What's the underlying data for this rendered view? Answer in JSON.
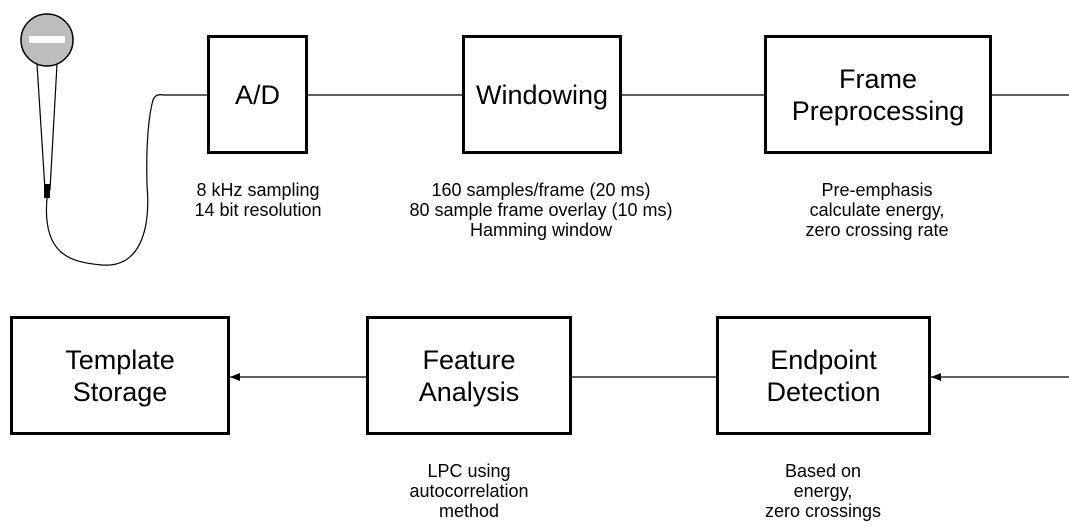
{
  "blocks": {
    "ad": {
      "lines": [
        "A/D"
      ]
    },
    "windowing": {
      "lines": [
        "Windowing"
      ]
    },
    "frame_preprocessing": {
      "lines": [
        "Frame",
        "Preprocessing"
      ]
    },
    "endpoint_detection": {
      "lines": [
        "Endpoint",
        "Detection"
      ]
    },
    "feature_analysis": {
      "lines": [
        "Feature",
        "Analysis"
      ]
    },
    "template_storage": {
      "lines": [
        "Template",
        "Storage"
      ]
    }
  },
  "notes": {
    "ad": [
      "8 kHz sampling",
      "14 bit resolution"
    ],
    "windowing": [
      "160 samples/frame (20 ms)",
      "80 sample frame overlay (10 ms)",
      "Hamming window"
    ],
    "frame_preprocessing": [
      "Pre-emphasis",
      "calculate energy,",
      "zero crossing rate"
    ],
    "feature_analysis": [
      "LPC using",
      "autocorrelation",
      "method"
    ],
    "endpoint_detection": [
      "Based on",
      "energy,",
      "zero crossings"
    ]
  },
  "icons": {
    "input_device": "microphone-icon"
  }
}
